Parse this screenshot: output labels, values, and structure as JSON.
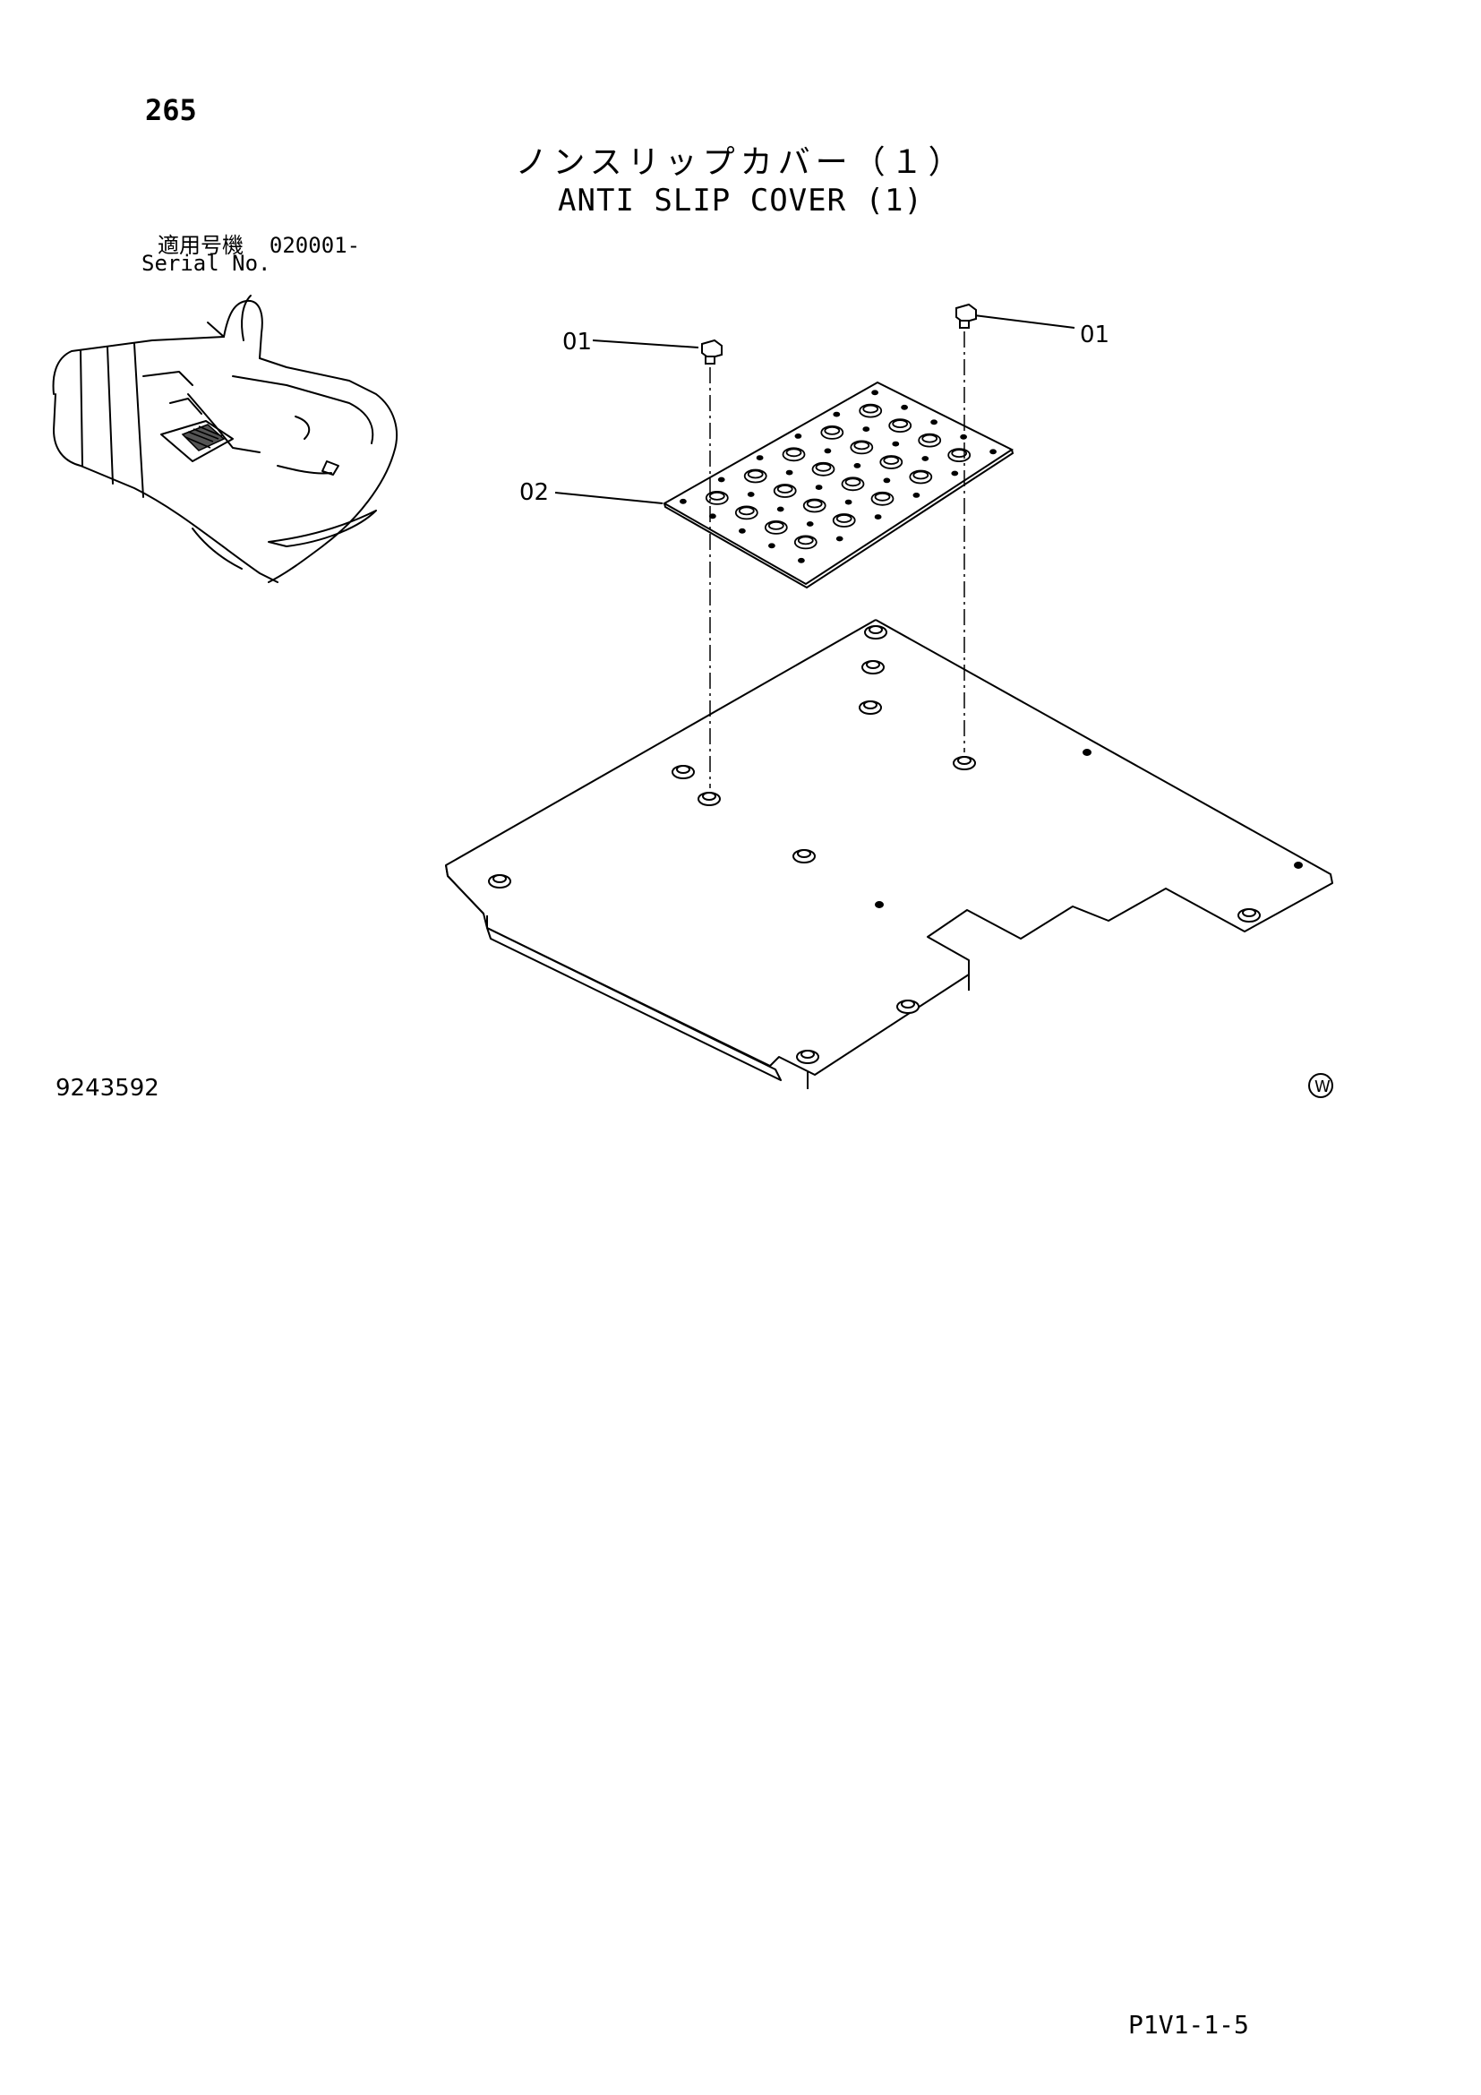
{
  "page_number": "265",
  "title_jp": "ノンスリップカバー（１）",
  "title_en": "ANTI SLIP COVER (1)",
  "serial_label_jp": "適用号機",
  "serial_value": "020001-",
  "serial_label_en": "Serial No.",
  "callouts": [
    "01",
    "01",
    "02"
  ],
  "illustration_code": "9243592",
  "watermark_letter": "W",
  "page_reference": "P1V1-1-5"
}
